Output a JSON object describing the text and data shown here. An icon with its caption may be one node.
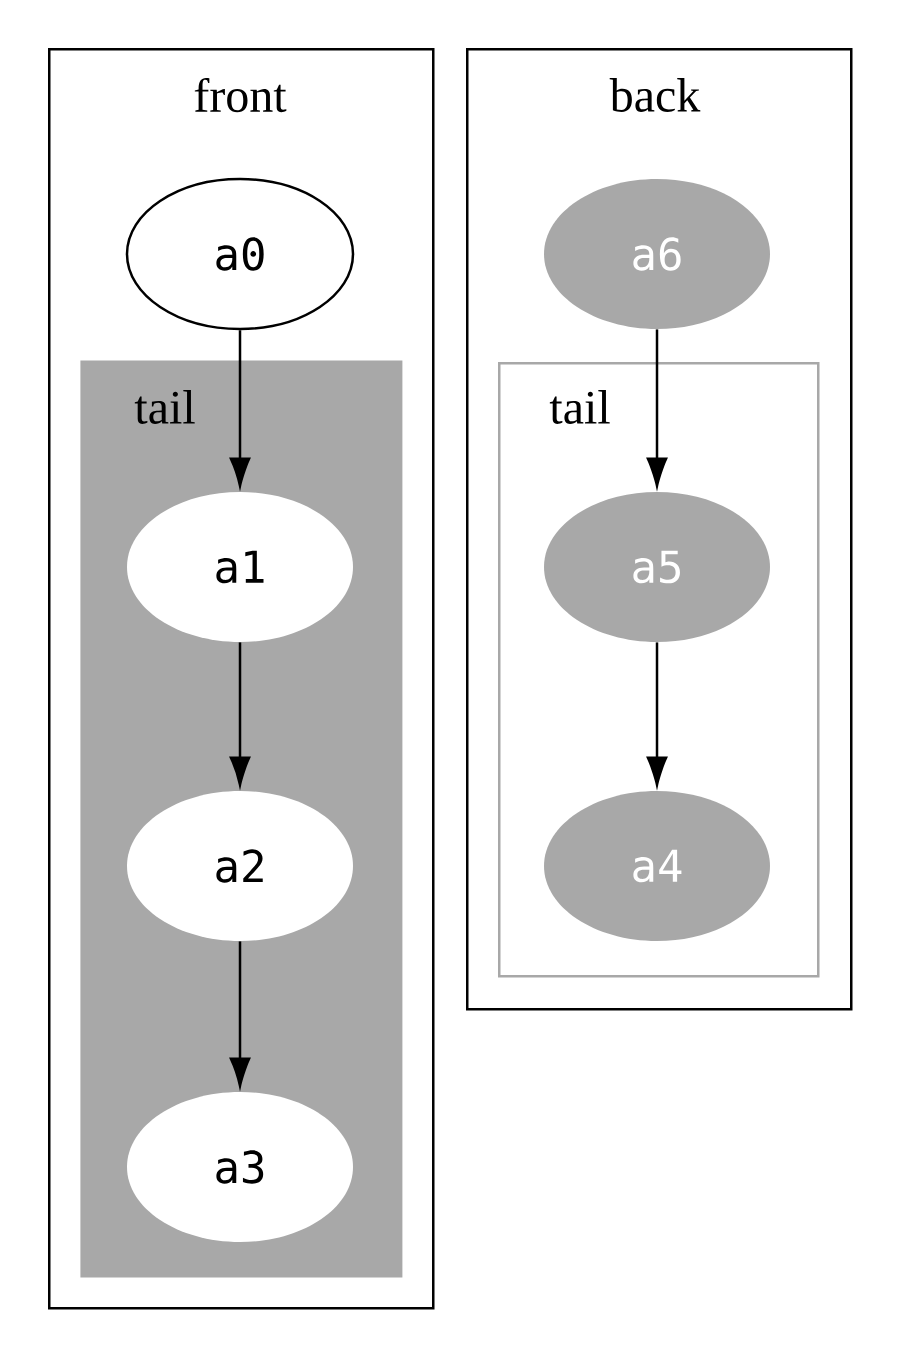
{
  "diagram": {
    "nodes": [
      {
        "text": [
          "front"
        ]
      },
      {
        "text": [
          "a0"
        ],
        "in": 0
      },
      {
        "text": [
          "tail"
        ],
        "in": 0
      },
      {
        "text": [
          "a1"
        ],
        "in": 2
      },
      {
        "text": [
          "a2"
        ],
        "in": 2
      },
      {
        "text": [
          "a3"
        ],
        "in": 2
      },
      {
        "text": [
          "back"
        ]
      },
      {
        "text": [
          "a6"
        ],
        "in": 6
      },
      {
        "text": [
          "tail"
        ],
        "in": 6
      },
      {
        "text": [
          "a5"
        ],
        "in": 8
      },
      {
        "text": [
          "a4"
        ],
        "in": 8
      }
    ],
    "edges": [
      {
        "from": 1,
        "to": 3,
        "arrow": "to"
      },
      {
        "from": 3,
        "to": 4,
        "arrow": "to"
      },
      {
        "from": 4,
        "to": 5,
        "arrow": "to"
      },
      {
        "from": 7,
        "to": 9,
        "arrow": "to"
      },
      {
        "from": 9,
        "to": 10,
        "arrow": "to"
      }
    ]
  }
}
